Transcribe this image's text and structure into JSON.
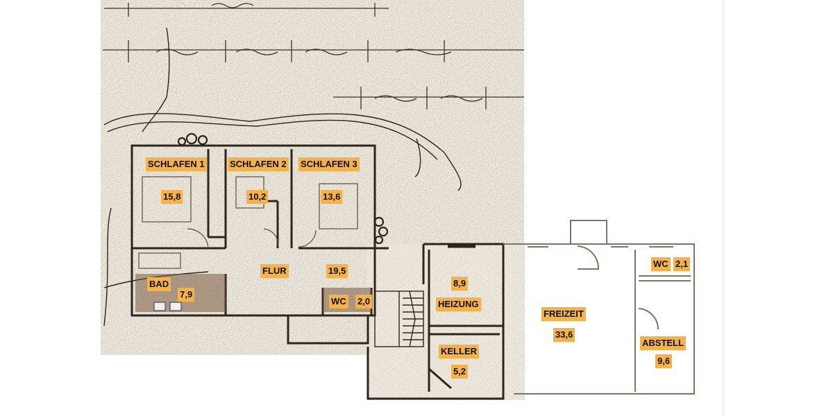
{
  "rooms": [
    {
      "id": "schlafen1",
      "name": "SCHLAFEN 1",
      "area": "15,8"
    },
    {
      "id": "schlafen2",
      "name": "SCHLAFEN 2",
      "area": "10,2"
    },
    {
      "id": "schlafen3",
      "name": "SCHLAFEN 3",
      "area": "13,6"
    },
    {
      "id": "flur",
      "name": "FLUR",
      "area": "19,5"
    },
    {
      "id": "bad",
      "name": "BAD",
      "area": "7,9"
    },
    {
      "id": "wc1",
      "name": "WC",
      "area": "2,0"
    },
    {
      "id": "heizung",
      "name": "HEIZUNG",
      "area": "8,9"
    },
    {
      "id": "keller",
      "name": "KELLER",
      "area": "5,2"
    },
    {
      "id": "freizeit",
      "name": "FREIZEIT",
      "area": "33,6"
    },
    {
      "id": "wc2",
      "name": "WC",
      "area": "2,1"
    },
    {
      "id": "abstell",
      "name": "ABSTELL",
      "area": "9,6"
    }
  ],
  "colors": {
    "label_bg": "#f5b24a",
    "paper": "#efeae0",
    "ink": "#3d3024",
    "page_bg": "#ffffff"
  }
}
